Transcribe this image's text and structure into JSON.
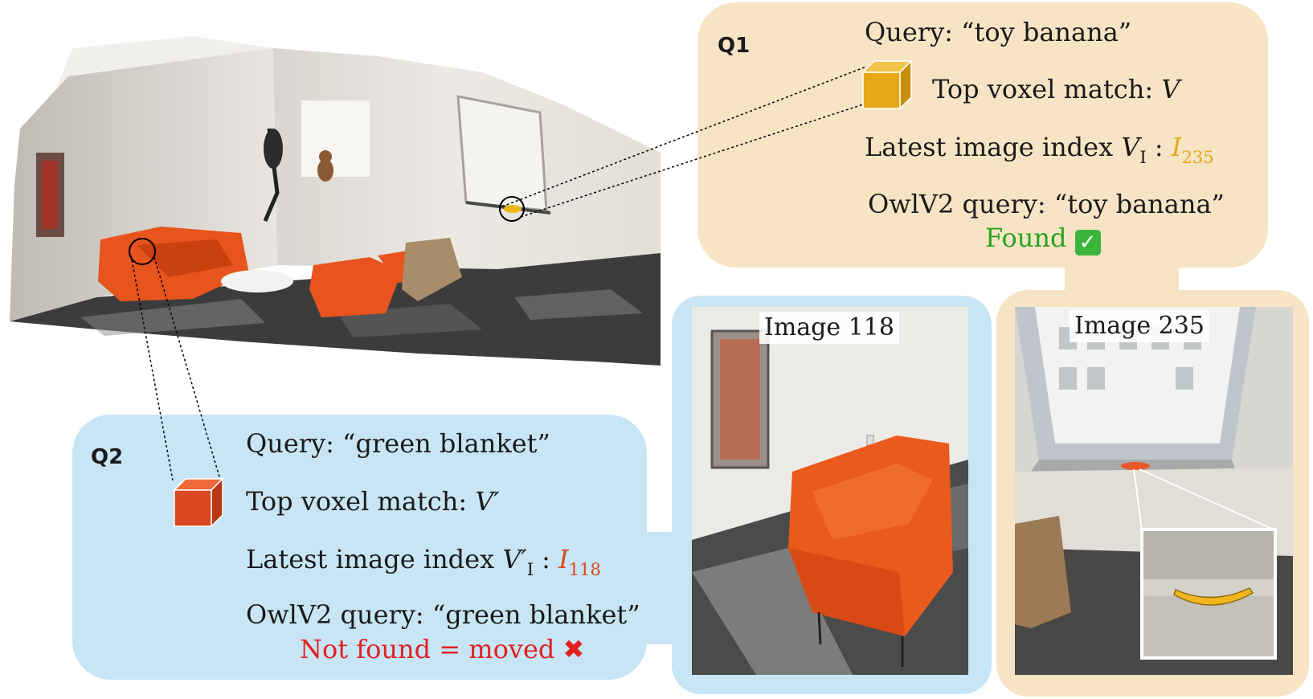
{
  "q1": {
    "label": "Q1",
    "query": "Query: “toy banana”",
    "voxel_prefix": "Top voxel match: ",
    "voxel_var": "V",
    "index_prefix": "Latest image index ",
    "index_var": "V",
    "index_var_sub": "I",
    "index_sep": " : ",
    "index_val": "I",
    "index_val_sub": "235",
    "owl_query": "OwlV2 query: “toy banana”",
    "result": "Found",
    "result_icon": "✅",
    "accent_color": "#e6a817",
    "result_color": "#2aa21f"
  },
  "q2": {
    "label": "Q2",
    "query": "Query: “green blanket”",
    "voxel_prefix": "Top voxel match: ",
    "voxel_var": "V′",
    "index_prefix": "Latest image index ",
    "index_var": "V′",
    "index_var_sub": "I",
    "index_sep": " : ",
    "index_val": "I",
    "index_val_sub": "118",
    "owl_query": "OwlV2 query: “green blanket”",
    "result": "Not found = moved",
    "result_icon": "✖",
    "accent_color": "#d9481e",
    "result_color": "#e02020"
  },
  "image_118": {
    "caption": "Image 118"
  },
  "image_235": {
    "caption": "Image 235"
  },
  "colors": {
    "tan_panel": "#f6e4c4",
    "blue_panel": "#c8e5f5",
    "chair_orange": "#e8541d",
    "banana_yellow": "#efb819"
  }
}
